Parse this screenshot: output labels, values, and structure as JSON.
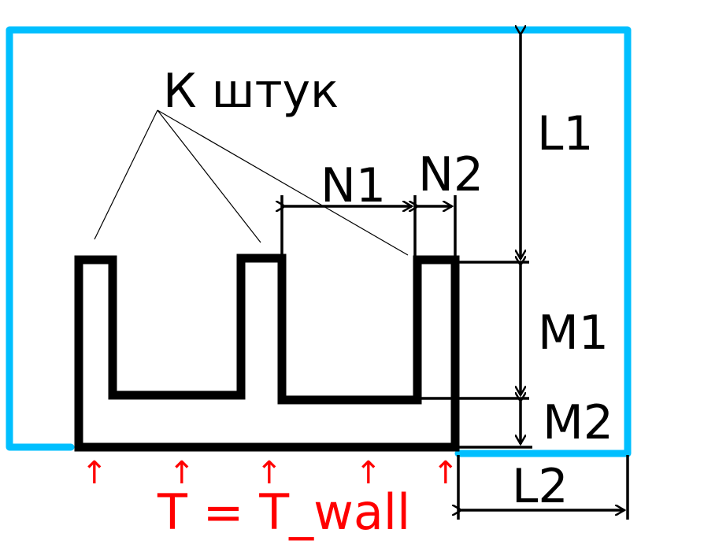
{
  "colors": {
    "enclosure": "#00BFFF",
    "profile": "#000000",
    "temperature": "#FF0000",
    "dimension": "#000000"
  },
  "labels": {
    "count": "К штук",
    "l1": "L1",
    "l2": "L2",
    "n1": "N1",
    "n2": "N2",
    "m1": "M1",
    "m2": "M2",
    "temperature": "T = T_wall"
  },
  "arrows": {
    "glyph": "↑"
  }
}
